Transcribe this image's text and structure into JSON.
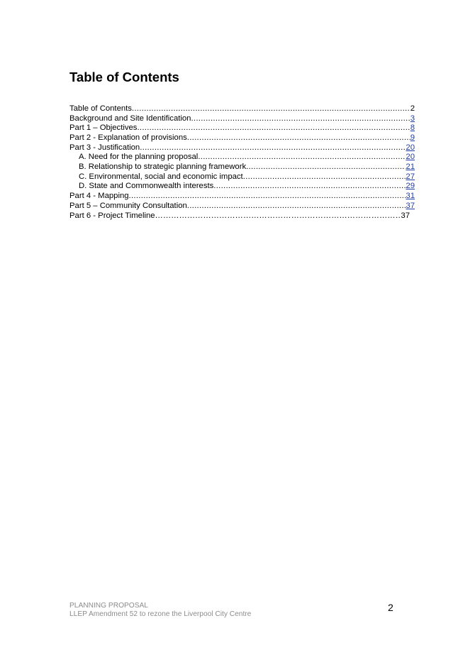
{
  "heading": "Table of Contents",
  "toc": [
    {
      "label": "Table of Contents",
      "page": "2",
      "link": false,
      "indent": false
    },
    {
      "label": "Background and Site Identification",
      "page": "3",
      "link": true,
      "indent": false
    },
    {
      "label": "Part 1 – Objectives",
      "page": "8",
      "link": true,
      "indent": false
    },
    {
      "label": "Part 2 - Explanation of provisions",
      "page": "9",
      "link": true,
      "indent": false
    },
    {
      "label": "Part 3 - Justification",
      "page": "20",
      "link": true,
      "indent": false
    },
    {
      "label": "A. Need for the planning proposal",
      "page": "20",
      "link": true,
      "indent": true
    },
    {
      "label": "B. Relationship to strategic planning framework",
      "page": "21",
      "link": true,
      "indent": true
    },
    {
      "label": "C. Environmental, social and economic impact",
      "page": "27",
      "link": true,
      "indent": true
    },
    {
      "label": "D. State and Commonwealth interests",
      "page": "29",
      "link": true,
      "indent": true
    },
    {
      "label": "Part 4 - Mapping",
      "page": "31",
      "link": true,
      "indent": false
    },
    {
      "label": "Part 5 – Community Consultation",
      "page": "37",
      "link": true,
      "indent": false
    },
    {
      "label": "Part 6 - Project Timeline",
      "page": "37",
      "link": false,
      "indent": false
    }
  ],
  "footer": {
    "line1": "PLANNING PROPOSAL",
    "line2": "LLEP Amendment 52 to rezone the Liverpool City Centre"
  },
  "page_number": "2"
}
